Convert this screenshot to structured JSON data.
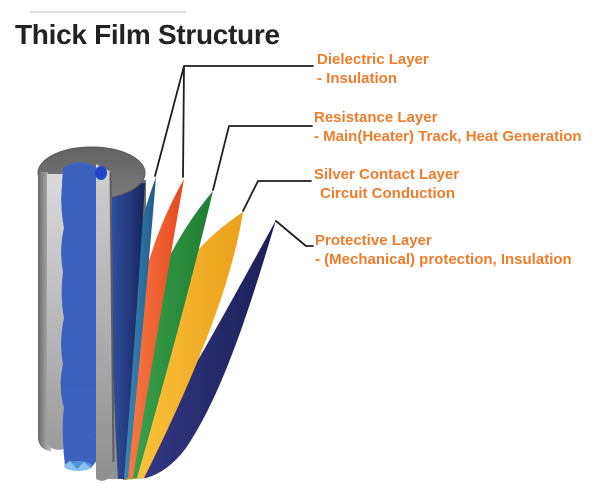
{
  "title": "Thick Film Structure",
  "background": "#ffffff",
  "callouts": [
    {
      "id": "dielectric",
      "title": "Dielectric Layer",
      "subtitle": "- Insulation"
    },
    {
      "id": "resistance",
      "title": "Resistance Layer",
      "subtitle": "- Main(Heater) Track, Heat Generation"
    },
    {
      "id": "silver-contact",
      "title": "Silver Contact Layer",
      "subtitle": "Circuit Conduction"
    },
    {
      "id": "protective",
      "title": "Protective Layer",
      "subtitle": "- (Mechanical) protection, Insulation"
    }
  ],
  "label_style": {
    "color": "#ee7c2b"
  },
  "leader_style": {
    "color": "#1f1f1f"
  },
  "diagram": {
    "substrate": "gray metal tube with cutaway showing blue crystalline core",
    "layer_colors": {
      "substrate_gray": "#8d8d8d",
      "core_blue": "#1d3fd6",
      "inner_film_navy": "#1e3a7a",
      "dielectric_teal": "#2d74a4",
      "dielectric_orange": "#f1552c",
      "resistance_green": "#2e9240",
      "silver_contact_amber": "#f6b62e",
      "protective_navy": "#272b72"
    }
  }
}
